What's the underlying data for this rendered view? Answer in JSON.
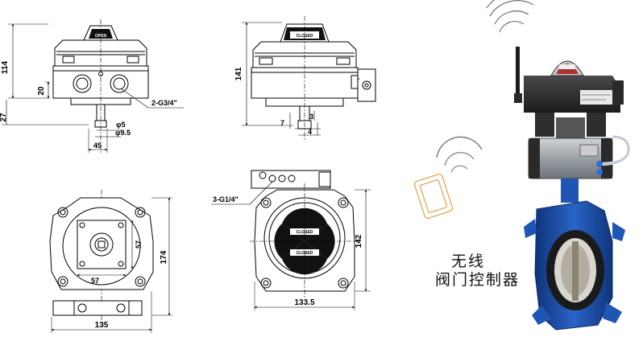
{
  "front_view": {
    "height_total": "114",
    "height_body": "20",
    "height_shaft": "27",
    "port_label": "2-G3/4\"",
    "shaft_dia": "φ5",
    "shaft_collar_dia": "φ9.5",
    "shaft_offset": "45",
    "indicator_text": "OPEN"
  },
  "side_view": {
    "height_total": "141",
    "dim_7": "7",
    "dim_3": "3",
    "dim_4": "4",
    "indicator_text": "CLOSED"
  },
  "bottom_view": {
    "square": "57",
    "square_side": "57",
    "height": "174",
    "width": "135"
  },
  "top_view": {
    "port_label": "3-G1/4\"",
    "height": "142",
    "width": "133.5",
    "indicator_top": "CLOSED",
    "indicator_bottom": "CLOSED"
  },
  "caption": {
    "line1": "无线",
    "line2": "阀门控制器"
  },
  "photo": {
    "actuator_color": "#3a3a3a",
    "valve_body_color": "#1c4fa8",
    "signal_color": "#e0a04a"
  }
}
